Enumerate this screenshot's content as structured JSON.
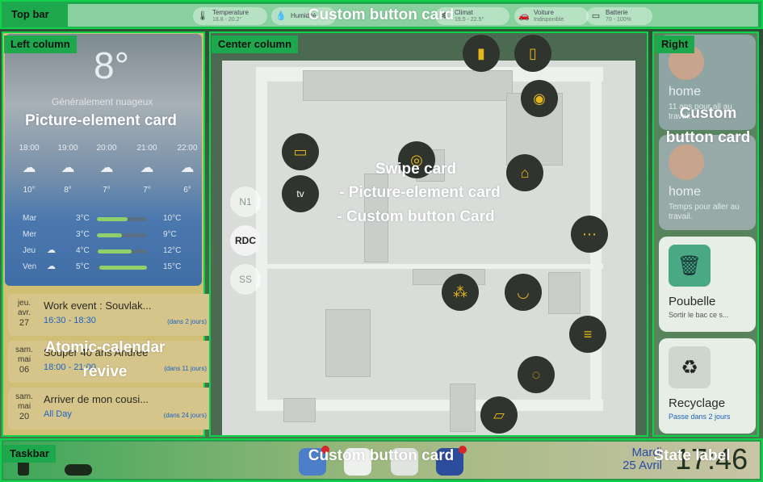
{
  "labels": {
    "top_bar": "Top bar",
    "top_bar_card": "Custom button card",
    "left_column": "Left column",
    "left_picture_card": "Picture-element card",
    "left_calendar_card": "Atomic-calendar revive",
    "center_column": "Center column",
    "center_card_title": "Swipe card",
    "center_card_line1": "-  Picture-element card",
    "center_card_line2": "- Custom button Card",
    "right_column": "Right",
    "right_card": "Custom button card",
    "taskbar": "Taskbar",
    "taskbar_card": "Custom button card",
    "taskbar_state": "State label"
  },
  "top_chips": [
    {
      "icon": "thermometer-icon",
      "glyph": "🌡",
      "label": "Temperature",
      "value": "18.8 - 20.2°"
    },
    {
      "icon": "humidity-icon",
      "glyph": "💧",
      "label": "Humidité",
      "value": ""
    },
    {
      "icon": "climate-icon",
      "glyph": "❄",
      "label": "Climat",
      "value": "19.5 - 22.5°"
    },
    {
      "icon": "car-icon",
      "glyph": "🚗",
      "label": "Voiture",
      "value": "Indisponible"
    },
    {
      "icon": "battery-icon",
      "glyph": "▭",
      "label": "Batterie",
      "value": "70 - 100%"
    }
  ],
  "weather": {
    "temperature": "8°",
    "condition": "Généralement nuageux",
    "hours": [
      "18:00",
      "19:00",
      "20:00",
      "21:00",
      "22:00"
    ],
    "hour_temps": [
      "10°",
      "8°",
      "7°",
      "7°",
      "6°"
    ],
    "forecast": [
      {
        "day": "Mar",
        "low": "3°C",
        "high": "10°C",
        "fill_start": 0.0,
        "fill_end": 0.62
      },
      {
        "day": "Mer",
        "low": "3°C",
        "high": "9°C",
        "fill_start": 0.0,
        "fill_end": 0.5
      },
      {
        "day": "Jeu",
        "low": "4°C",
        "high": "12°C",
        "fill_start": 0.02,
        "fill_end": 0.7
      },
      {
        "day": "Ven",
        "low": "5°C",
        "high": "15°C",
        "fill_start": 0.05,
        "fill_end": 1.0
      }
    ]
  },
  "calendar": [
    {
      "dow": "jeu.",
      "month": "avr.",
      "day": "27",
      "title": "Work event : Souvlak...",
      "time": "16:30 - 18:30",
      "relative": "(dans 2 jours)"
    },
    {
      "dow": "sam.",
      "month": "mai",
      "day": "06",
      "title": "Souper 40 ans Andrée",
      "time": "18:00 - 21:00",
      "relative": "(dans 11 jours)"
    },
    {
      "dow": "sam.",
      "month": "mai",
      "day": "20",
      "title": "Arriver de mon cousi...",
      "time": "All Day",
      "relative": "(dans 24 jours)"
    }
  ],
  "levels": [
    "N1",
    "RDC",
    "SS"
  ],
  "active_level": "RDC",
  "right_cards": [
    {
      "name": "home",
      "sub": "11 ans pour all au travail."
    },
    {
      "name": "home",
      "sub": "Temps pour aller au travail."
    },
    {
      "name": "Poubelle",
      "sub": "Sortir le bac ce s...",
      "icon": "trash-icon"
    },
    {
      "name": "Recyclage",
      "sub": "Passe dans 2 jours",
      "icon": "recycle-icon"
    }
  ],
  "taskbar": {
    "day": "Mardi",
    "date": "25 Avril",
    "clock": "17:46"
  }
}
